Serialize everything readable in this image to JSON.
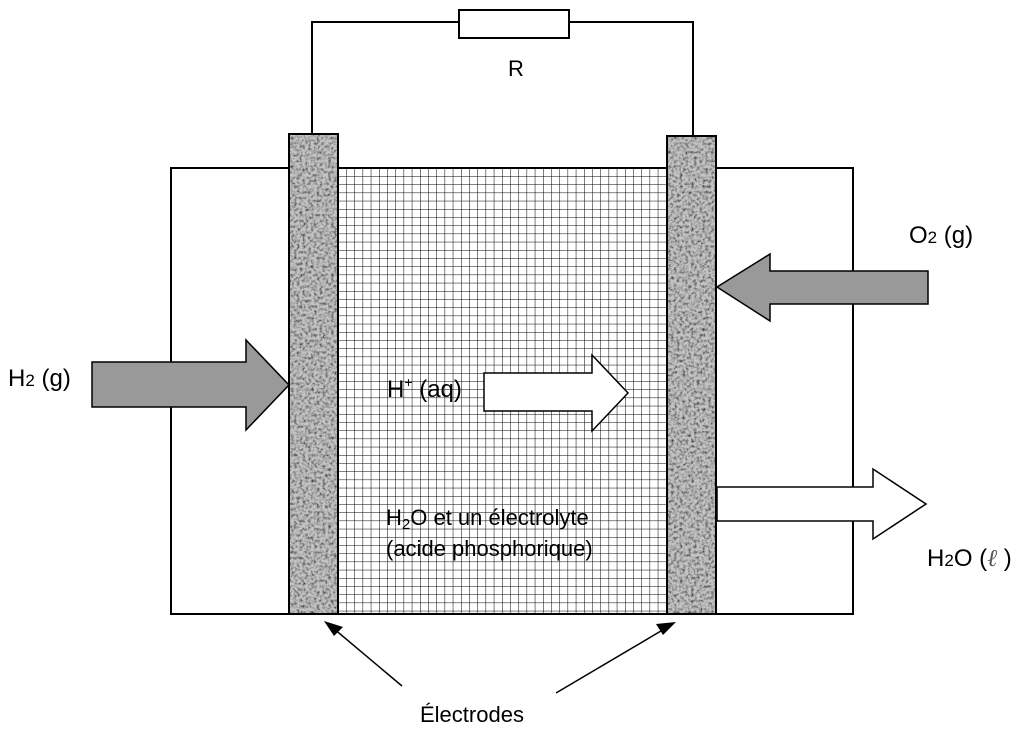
{
  "diagram": {
    "title": "Pile à combustible (acide phosphorique)",
    "labels": {
      "resistor": "R",
      "h2_main": "H",
      "h2_sub": "2",
      "h2_state": " (g)",
      "o2_main": "O",
      "o2_sub": "2",
      "o2_state": " (g)",
      "hplus_main": "H",
      "hplus_sup": "+",
      "hplus_state": " (aq)",
      "electrolyte_line1_a": "H",
      "electrolyte_line1_sub": "2",
      "electrolyte_line1_b": "O et un électrolyte",
      "electrolyte_line2": "(acide phosphorique)",
      "water_main": "H",
      "water_sub": "2",
      "water_b": "O (",
      "water_state": "ℓ",
      "water_c": " )",
      "electrodes": "Électrodes"
    },
    "colors": {
      "gas_arrow_fill": "#999999",
      "ion_arrow_fill": "#ffffff",
      "line": "#000000",
      "electrode_base": "#b8b8b8",
      "grid": "#000000"
    }
  }
}
